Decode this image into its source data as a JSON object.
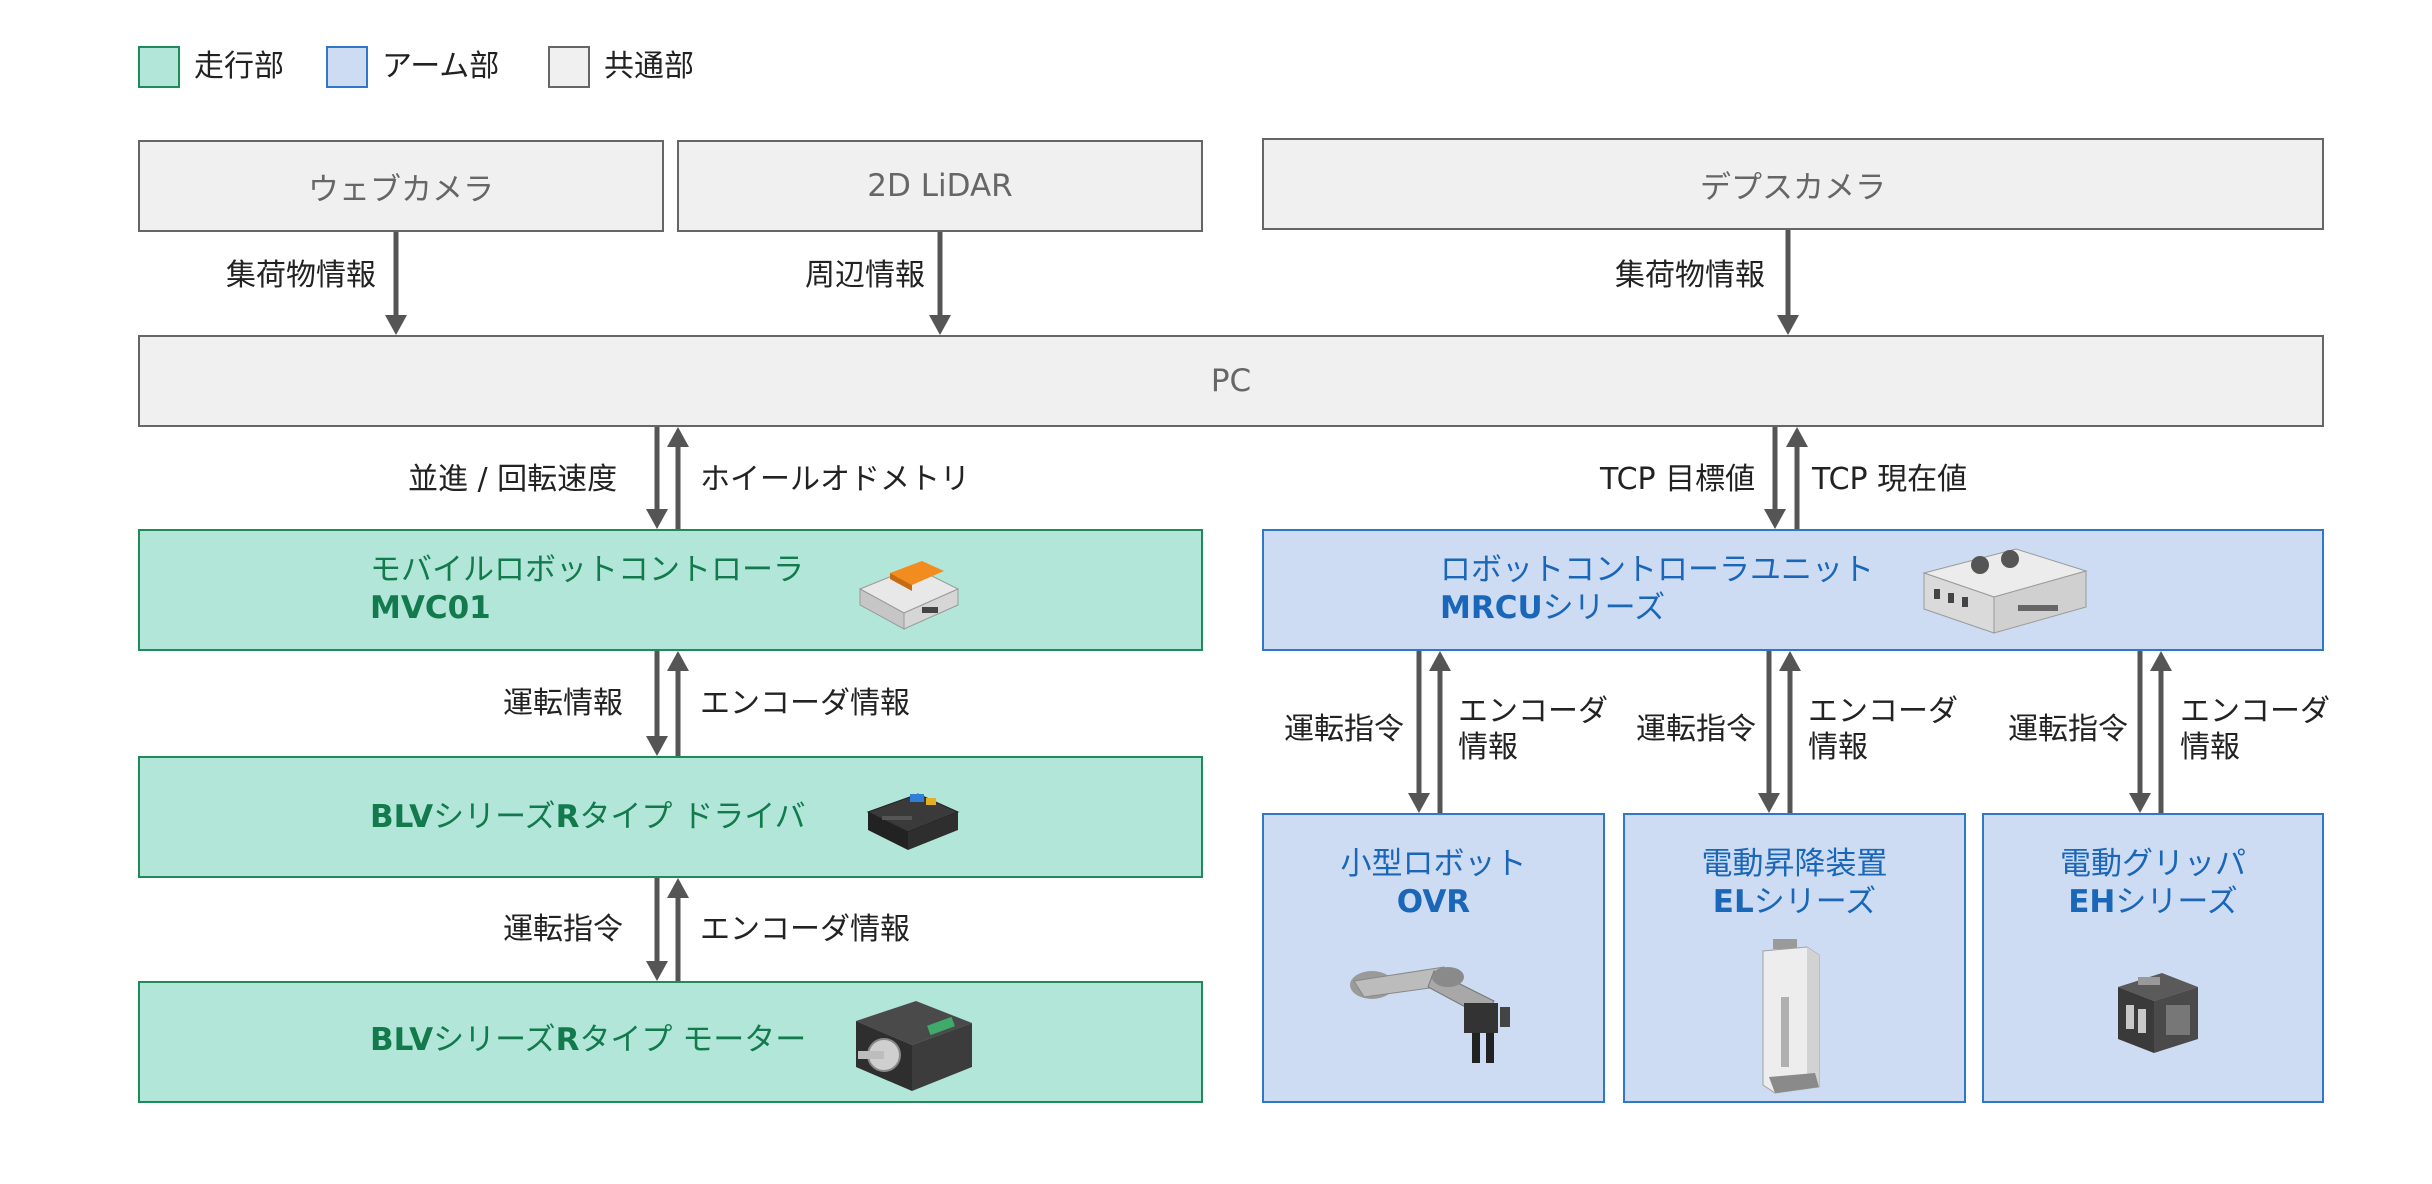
{
  "colors": {
    "travel_bg": "#b2e6d9",
    "travel_border": "#1f8a5a",
    "arm_bg": "#cddcf2",
    "arm_border": "#2f78c8",
    "common_bg": "#f0f0f0",
    "common_border": "#666666",
    "arrow": "#555555",
    "travel_text": "#137a4e",
    "arm_text": "#1a66b8"
  },
  "legend": [
    {
      "label": "走行部",
      "kind": "travel"
    },
    {
      "label": "アーム部",
      "kind": "arm"
    },
    {
      "label": "共通部",
      "kind": "common"
    }
  ],
  "sensors": {
    "webcam": "ウェブカメラ",
    "lidar": "2D LiDAR",
    "depth": "デプスカメラ"
  },
  "pc": "PC",
  "flows": {
    "webcam_pc": "集荷物情報",
    "lidar_pc": "周辺情報",
    "depth_pc": "集荷物情報",
    "pc_mvc_down": "並進 / 回転速度",
    "pc_mvc_up": "ホイールオドメトリ",
    "pc_mrcu_down": "TCP 目標値",
    "pc_mrcu_up": "TCP 現在値",
    "mvc_blv_down": "運転情報",
    "mvc_blv_up": "エンコーダ情報",
    "blv_motor_down": "運転指令",
    "blv_motor_up": "エンコーダ情報",
    "arm_down": "運転指令",
    "arm_up_line1": "エンコーダ",
    "arm_up_line2": "情報"
  },
  "travel": {
    "mvc": {
      "name": "モバイルロボットコントローラ",
      "model": "MVC01",
      "icon": "controller-board-icon"
    },
    "driver": {
      "model1": "BLV",
      "mid": "シリーズ",
      "model2": "R",
      "rest": "タイプ ドライバ",
      "icon": "driver-unit-icon"
    },
    "motor": {
      "model1": "BLV",
      "mid": "シリーズ",
      "model2": "R",
      "rest": "タイプ モーター",
      "icon": "motor-icon"
    }
  },
  "arm": {
    "mrcu": {
      "name": "ロボットコントローラユニット",
      "model": "MRCU",
      "suffix": "シリーズ",
      "icon": "controller-unit-icon"
    },
    "ovr": {
      "name": "小型ロボット",
      "model": "OVR",
      "suffix": "",
      "icon": "scara-robot-icon"
    },
    "el": {
      "name": "電動昇降装置",
      "model": "EL",
      "suffix": "シリーズ",
      "icon": "lift-actuator-icon"
    },
    "eh": {
      "name": "電動グリッパ",
      "model": "EH",
      "suffix": "シリーズ",
      "icon": "gripper-icon"
    }
  }
}
